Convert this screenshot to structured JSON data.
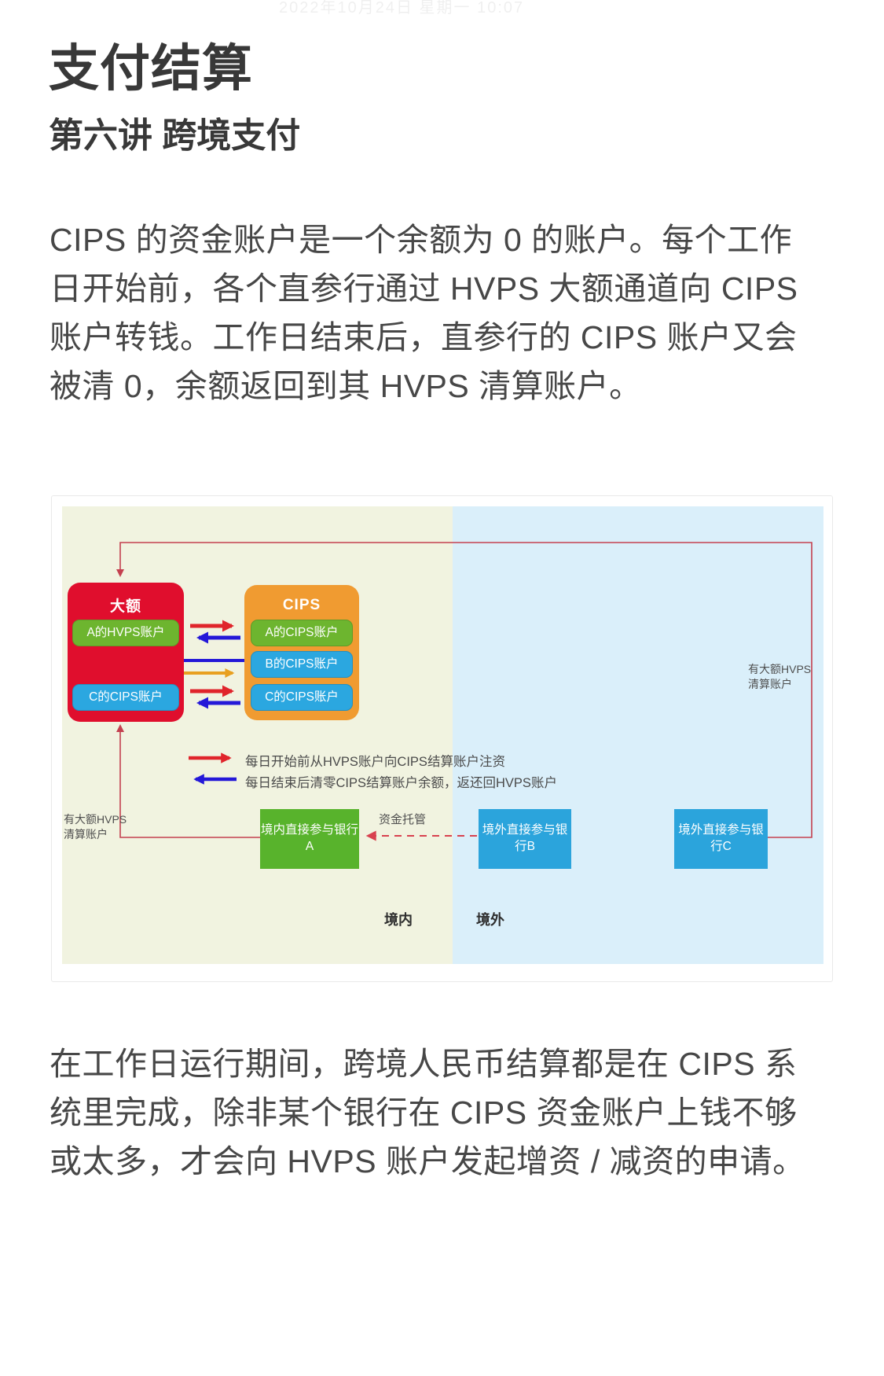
{
  "watermark": "2022年10月24日 星期一 10:07",
  "title": "支付结算",
  "subtitle": "第六讲 跨境支付",
  "para1": "CIPS 的资金账户是一个余额为 0 的账户。每个工作\n日开始前，各个直参行通过 HVPS 大额通道向 CIPS\n账户转钱。工作日结束后，直参行的 CIPS 账户又会\n被清 0，余额返回到其 HVPS 清算账户。",
  "para2": "在工作日运行期间，跨境人民币结算都是在 CIPS 系\n统里完成，除非某个银行在 CIPS 资金账户上钱不够\n或太多，才会向 HVPS 账户发起增资 / 减资的申请。",
  "diagram": {
    "hvps": {
      "title": "大额",
      "accounts": [
        {
          "label": "A的HVPS账户",
          "color": "#6db52f"
        },
        {
          "label": "C的CIPS账户",
          "color": "#2ba7e0"
        }
      ]
    },
    "cips": {
      "title": "CIPS",
      "accounts": [
        {
          "label": "A的CIPS账户",
          "color": "#6db52f"
        },
        {
          "label": "B的CIPS账户",
          "color": "#2ba7e0"
        },
        {
          "label": "C的CIPS账户",
          "color": "#2ba7e0"
        }
      ]
    },
    "legend": [
      {
        "arrow_color": "#e0242b",
        "text": "每日开始前从HVPS账户向CIPS结算账户注资"
      },
      {
        "arrow_color": "#2418d8",
        "text": "每日结束后清零CIPS结算账户余额，返还回HVPS账户"
      }
    ],
    "banks": [
      {
        "label": "境内直接参与银行A",
        "color": "#58b32c"
      },
      {
        "label": "境外直接参与银行B",
        "color": "#2ba4dc"
      },
      {
        "label": "境外直接参与银行C",
        "color": "#2ba4dc"
      }
    ],
    "custody_label": "资金托管",
    "left_note": "有大额HVPS\n清算账户",
    "right_note": "有大额HVPS\n清算账户",
    "region_labels": {
      "domestic": "境内",
      "overseas": "境外"
    }
  },
  "colors": {
    "domestic_bg": "#f1f3e0",
    "overseas_bg": "#daeffa",
    "hvps_box": "#e00e2d",
    "cips_box": "#f09b31",
    "loop_red": "#c4404f",
    "flow_red": "#e0242b",
    "flow_blue": "#2418d8",
    "flow_orange": "#e8a020",
    "dashed_red": "#d8414f"
  }
}
